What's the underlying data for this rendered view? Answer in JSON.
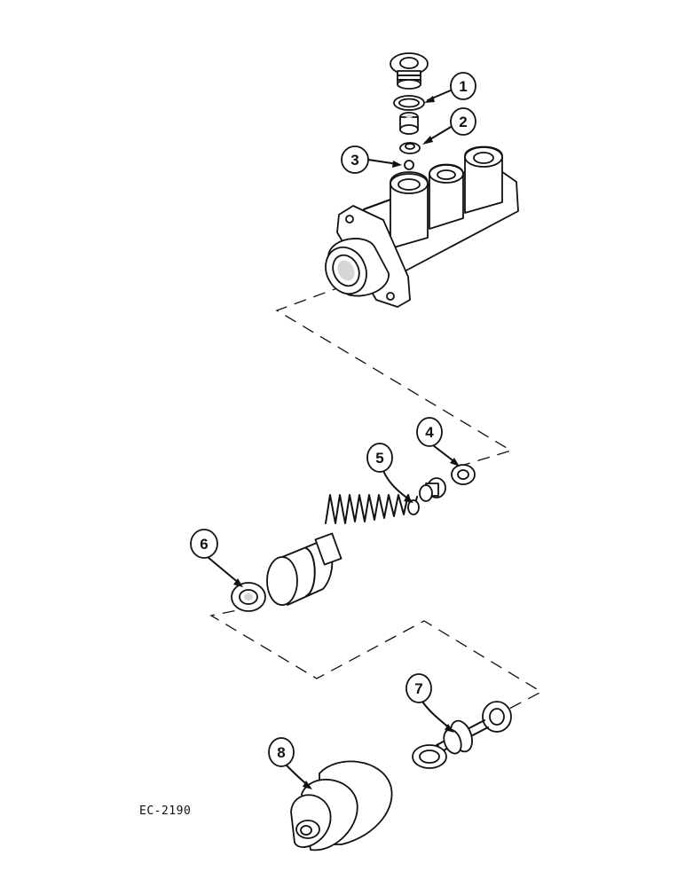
{
  "figure": {
    "reference_code": "EC-2190"
  },
  "callouts": [
    {
      "id": "1",
      "label": "1"
    },
    {
      "id": "2",
      "label": "2"
    },
    {
      "id": "3",
      "label": "3"
    },
    {
      "id": "4",
      "label": "4"
    },
    {
      "id": "5",
      "label": "5"
    },
    {
      "id": "6",
      "label": "6"
    },
    {
      "id": "7",
      "label": "7"
    },
    {
      "id": "8",
      "label": "8"
    }
  ],
  "parts": [
    "banjo-bolt",
    "sealing-washer",
    "bleed-valve",
    "valve-seat",
    "check-ball",
    "master-cylinder-body",
    "cup-seal",
    "return-spring",
    "piston",
    "piston-seal",
    "pushrod-assembly",
    "dust-boot"
  ]
}
